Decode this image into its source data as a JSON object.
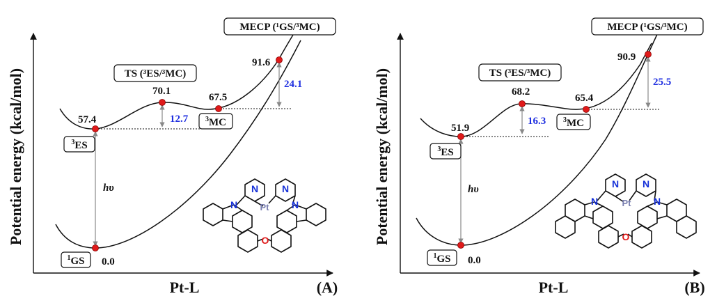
{
  "panels": [
    {
      "id": "A",
      "panel_label": "(A)",
      "xlabel": "Pt-L",
      "ylabel": "Potential energy (kcal/mol)",
      "states": {
        "gs": {
          "label": "¹GS",
          "sup": "1",
          "base": "GS",
          "energy": "0.0"
        },
        "es": {
          "label": "³ES",
          "sup": "3",
          "base": "ES",
          "energy": "57.4"
        },
        "ts": {
          "label": "TS (³ES/³MC)",
          "energy": "70.1"
        },
        "mc": {
          "label": "³MC",
          "sup": "3",
          "base": "MC",
          "energy": "67.5"
        },
        "mecp": {
          "label": "MECP (¹GS/³MC)",
          "energy": "91.6"
        }
      },
      "barriers": {
        "ts": "12.7",
        "mecp": "24.1"
      },
      "excitation": "hυ",
      "atoms": {
        "n": "N",
        "o": "O",
        "pt": "Pt"
      }
    },
    {
      "id": "B",
      "panel_label": "(B)",
      "xlabel": "Pt-L",
      "ylabel": "Potential energy (kcal/mol)",
      "states": {
        "gs": {
          "label": "¹GS",
          "sup": "1",
          "base": "GS",
          "energy": "0.0"
        },
        "es": {
          "label": "³ES",
          "sup": "3",
          "base": "ES",
          "energy": "51.9"
        },
        "ts": {
          "label": "TS (³ES/³MC)",
          "energy": "68.2"
        },
        "mc": {
          "label": "³MC",
          "sup": "3",
          "base": "MC",
          "energy": "65.4"
        },
        "mecp": {
          "label": "MECP (¹GS/³MC)",
          "energy": "90.9"
        }
      },
      "barriers": {
        "ts": "16.3",
        "mecp": "25.5"
      },
      "excitation": "hυ",
      "atoms": {
        "n": "N",
        "o": "O",
        "pt": "Pt"
      }
    }
  ],
  "colors": {
    "point": "#e01a1a",
    "barrier": "#1f2fe0",
    "nitrogen": "#1530d8",
    "oxygen": "#e01a1a",
    "platinum": "#7a7fb0"
  }
}
